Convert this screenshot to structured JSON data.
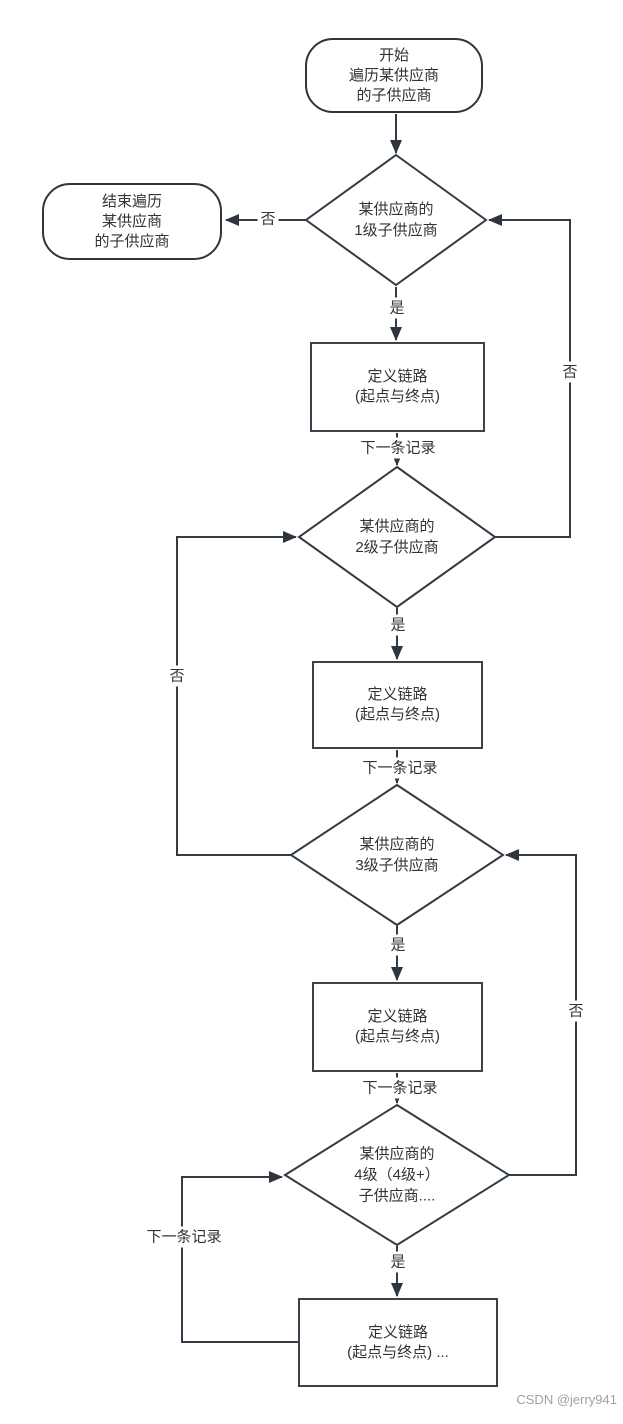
{
  "page": {
    "background": "#ffffff",
    "stroke_color": "#333b44",
    "text_color": "#333333"
  },
  "flowchart": {
    "start": {
      "label": "开始\n遍历某供应商\n的子供应商"
    },
    "end": {
      "label": "结束遍历\n某供应商\n的子供应商"
    },
    "decisions": [
      {
        "label": "某供应商的\n1级子供应商"
      },
      {
        "label": "某供应商的\n2级子供应商"
      },
      {
        "label": "某供应商的\n3级子供应商"
      },
      {
        "label": "某供应商的\n4级（4级+）\n子供应商...."
      }
    ],
    "processes": [
      {
        "label": "定义链路\n(起点与终点)"
      },
      {
        "label": "定义链路\n(起点与终点)"
      },
      {
        "label": "定义链路\n(起点与终点)"
      },
      {
        "label": "定义链路\n(起点与终点) ..."
      }
    ],
    "edge_labels": {
      "yes": "是",
      "no": "否",
      "next_record": "下一条记录"
    }
  },
  "watermark": {
    "text": "CSDN @jerry941",
    "color": "#9ba1a8"
  }
}
